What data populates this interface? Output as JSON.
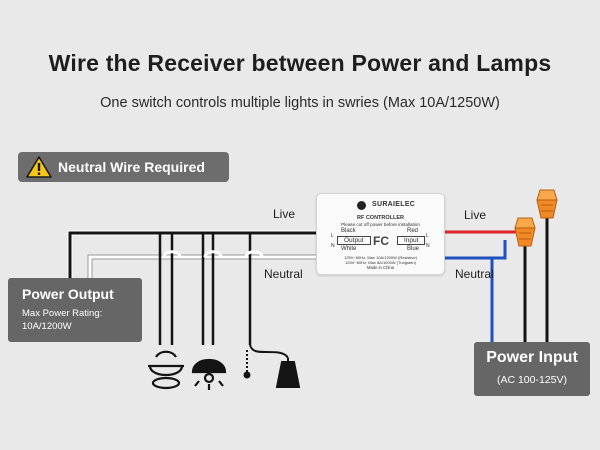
{
  "header": {
    "title": "Wire the Receiver between Power and Lamps",
    "subtitle": "One switch controls multiple lights in swries (Max 10A/1250W)"
  },
  "badge": {
    "icon": "warning-icon",
    "text": "Neutral Wire Required"
  },
  "power_output": {
    "title": "Power Output",
    "rating": "Max Power Rating: 10A/1200W"
  },
  "power_input": {
    "title": "Power Input",
    "range": "(AC 100-125V)"
  },
  "wire_labels": {
    "live_left": "Live",
    "neutral_left": "Neutral",
    "live_right": "Live",
    "neutral_right": "Neutral"
  },
  "device": {
    "brand": "SURAIELEC",
    "model": "RF CONTROLLER",
    "notice": "Please cut off power before installation",
    "output_label": "Output",
    "input_label": "Input",
    "black": "Black",
    "white": "White",
    "red": "Red",
    "blue": "Blue",
    "l_left": "L",
    "n_left": "N",
    "l_right": "L",
    "n_right": "N",
    "fc": "FC",
    "spec1": "125V~60Hz, Max 10A/1200W (Resistive)",
    "spec2": "125V~60Hz, Max 8A/1000W (Tungsten)",
    "made": "Made in China"
  },
  "colors": {
    "live_red": "#e0202a",
    "neutral_blue": "#2050c0",
    "wire_black": "#141414",
    "wire_white": "#ffffff",
    "connector_orange": "#f08a24"
  }
}
